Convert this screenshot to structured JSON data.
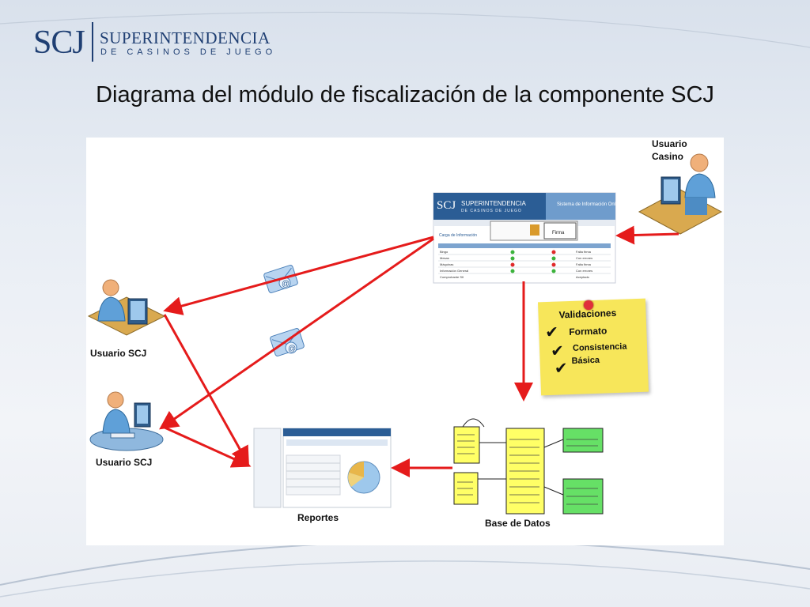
{
  "header": {
    "logo_mark": "SCJ",
    "logo_line1": "SUPERINTENDENCIA",
    "logo_line2": "DE CASINOS DE JUEGO"
  },
  "title": "Diagrama del módulo de fiscalización de la componente SCJ",
  "actors": {
    "usuario_casino_line1": "Usuario",
    "usuario_casino_line2": "Casino",
    "usuario_scj_top": "Usuario SCJ",
    "usuario_scj_bottom": "Usuario SCJ"
  },
  "web_screen": {
    "logo": "SCJ",
    "org": "SUPERINTENDENCIA",
    "org_sub": "DE CASINOS DE JUEGO",
    "system": "Sistema de Información Onl",
    "section": "Carga de Información",
    "firma": "Firma",
    "rows": [
      "Bingo",
      "Mesas",
      "Máquinas",
      "Información General",
      "Comprobante SII"
    ],
    "status": [
      "Falta firma",
      "Con errores",
      "Falta firma",
      "Con errores",
      "Aceptado"
    ]
  },
  "validaciones": {
    "title": "Validaciones",
    "items": [
      "Formato",
      "Consistencia",
      "Básica"
    ]
  },
  "labels": {
    "base_de_datos": "Base de Datos",
    "reportes": "Reportes"
  },
  "colors": {
    "arrow": "#e51b1b",
    "note": "#f7e65a",
    "brand": "#1f3f73",
    "db_yellow": "#ffff66",
    "db_green": "#66e066"
  }
}
